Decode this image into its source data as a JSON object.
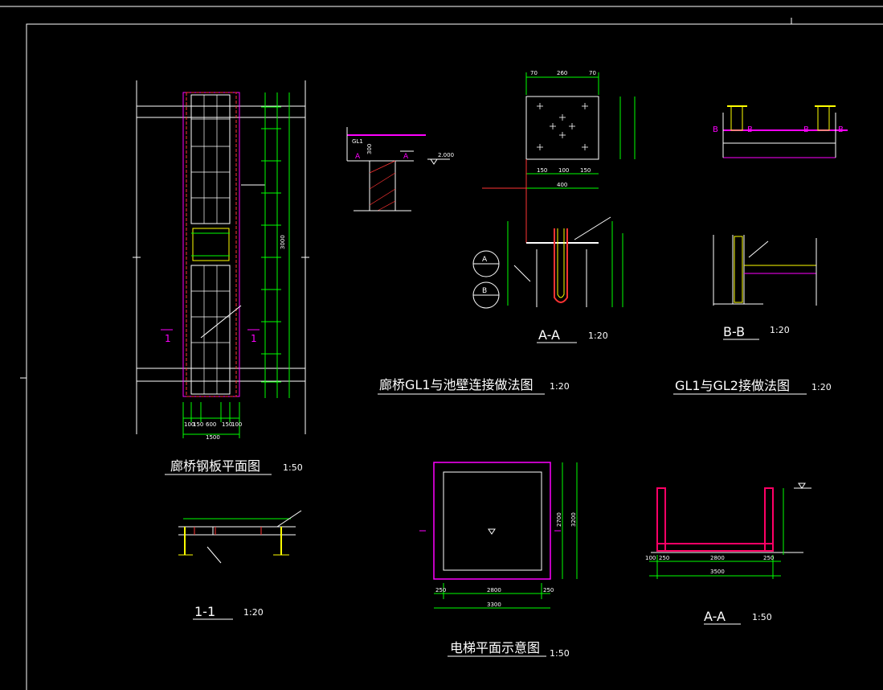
{
  "titles": {
    "plan": "廊桥钢板平面图",
    "plan_scale": "1:50",
    "gl1": "廊桥GL1与池壁连接做法图",
    "gl1_scale": "1:20",
    "gl12": "GL1与GL2接做法图",
    "gl12_scale": "1:20",
    "aa": "A-A",
    "aa_scale": "1:20",
    "bb": "B-B",
    "bb_scale": "1:20",
    "s11": "1-1",
    "s11_scale": "1:20",
    "elev": "电梯平面示意图",
    "elev_scale": "1:50",
    "aa2": "A-A",
    "aa2_scale": "1:50"
  },
  "labels": {
    "sec1": "1",
    "secA": "A",
    "secB": "B",
    "gl1": "GL1",
    "level": "2.000",
    "markA": "A",
    "markB": "B"
  },
  "dims": {
    "plan_bottom": [
      "100",
      "150",
      "600",
      "150",
      "100"
    ],
    "plan_total": "1500",
    "plan_right": "3000",
    "aa_top": [
      "70",
      "260",
      "70"
    ],
    "aa_bottom": [
      "150",
      "100",
      "150"
    ],
    "aa_total": "400",
    "elev_bottom": [
      "250",
      "2800",
      "250"
    ],
    "elev_total": "3300",
    "elev_right": "2700",
    "elev_right_total": "3200",
    "aa2_bottom": [
      "250",
      "2800",
      "250",
      "100"
    ],
    "aa2_total": "3500",
    "h300": "300"
  }
}
